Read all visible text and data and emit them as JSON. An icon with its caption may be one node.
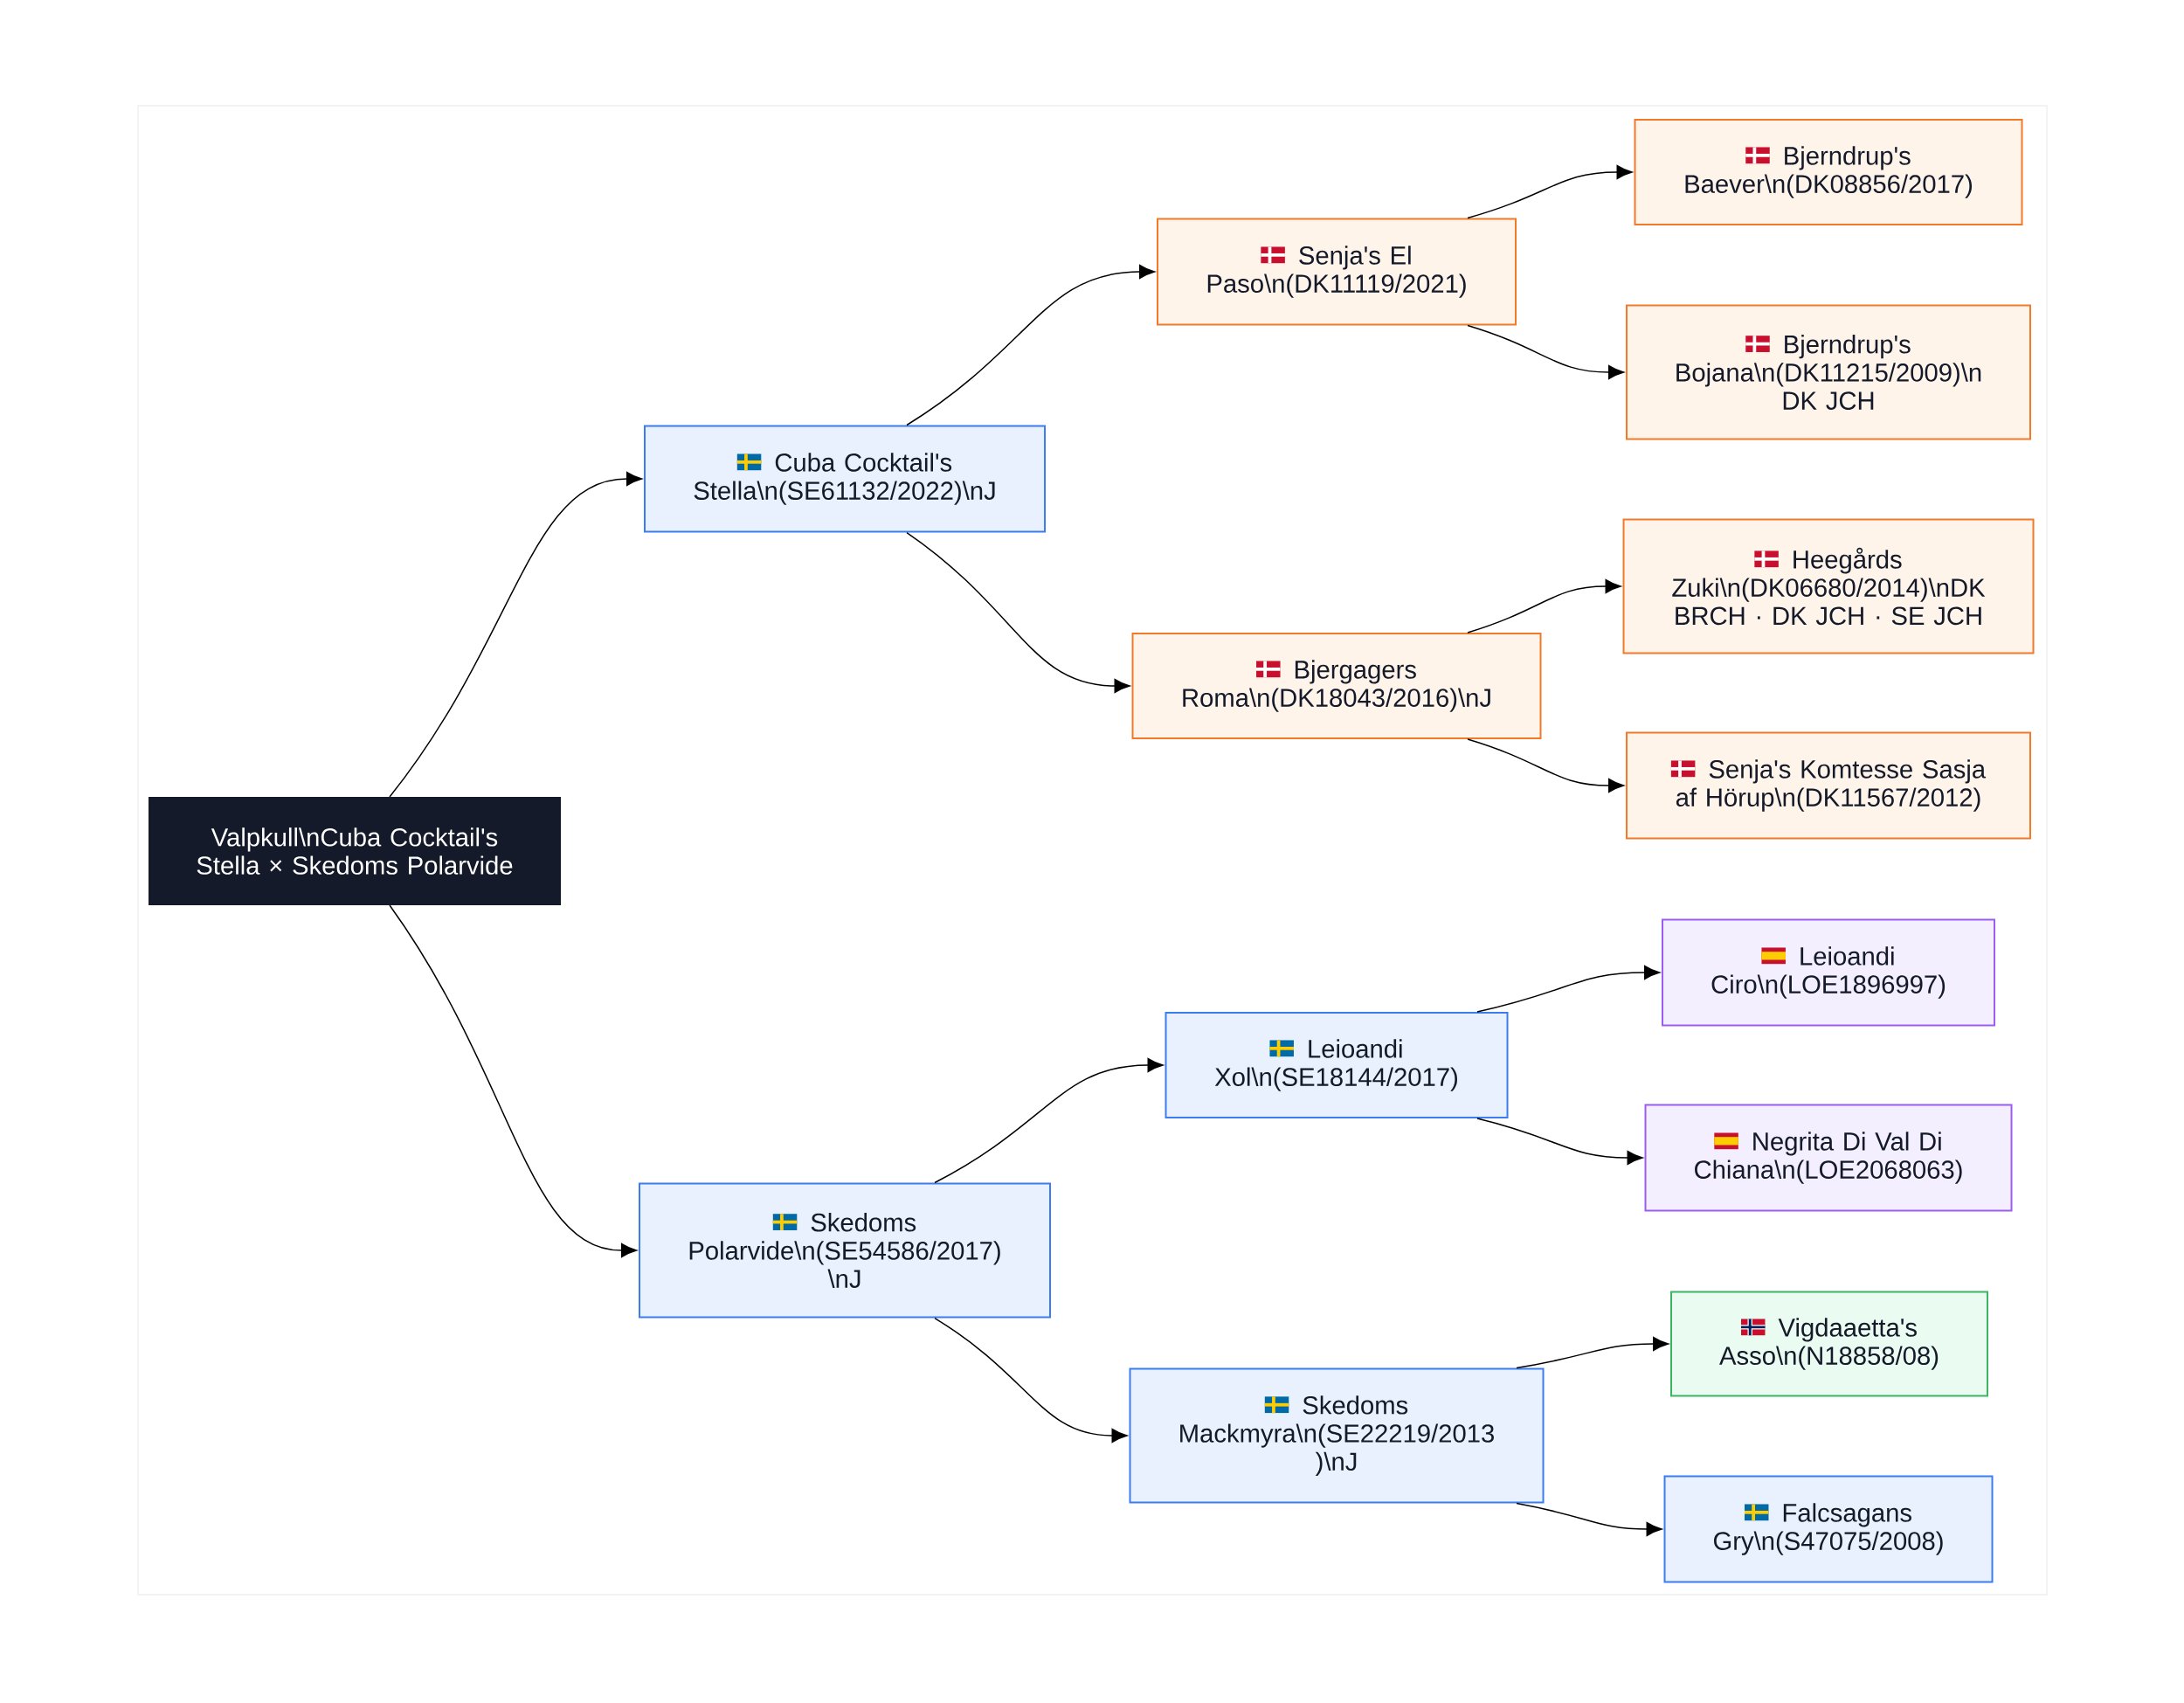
{
  "diagram": {
    "nodes": [
      {
        "text": [
          "Valpkull\\nCuba Cocktail's Stella × Skedoms Polarvide"
        ]
      },
      {
        "text": [
          "Cuba Cocktail's Stella\\n(SE61132/2022)\\nJ"
        ]
      },
      {
        "text": [
          "Senja's El Paso\\n(DK11119/2021)"
        ]
      },
      {
        "text": [
          "Bjerndrup's Baever\\n(DK08856/2017)"
        ]
      },
      {
        "text": [
          "Bjerndrup's Bojana\\n(DK11215/2009)\\n DK JCH"
        ]
      },
      {
        "text": [
          "Bjergagers Roma\\n(DK18043/2016)\\nJ"
        ]
      },
      {
        "text": [
          "Heegårds Zuki\\n(DK06680/2014)\\nDK BRCH · DK JCH · SE JCH"
        ]
      },
      {
        "text": [
          "Senja's Komtesse Sasja af Hörup\\n(DK11567/2012)"
        ]
      },
      {
        "text": [
          "Skedoms Polarvide\\n(SE54586/2017) \\nJ"
        ]
      },
      {
        "text": [
          "Leioandi Xol\\n(SE18144/2017)"
        ]
      },
      {
        "text": [
          "Leioandi Ciro\\n(LOE1896997)"
        ]
      },
      {
        "text": [
          "Negrita Di Val Di Chiana\\n(LOE2068063)"
        ]
      },
      {
        "text": [
          "Skedoms Mackmyra\\n(SE22219/2013 )\\nJ"
        ]
      },
      {
        "text": [
          "Vigdaaetta's Asso\\n(N18858/08)"
        ]
      },
      {
        "text": [
          "Falcsagans Gry\\n(S47075/2008)"
        ]
      }
    ],
    "edges": [
      {
        "from": 0,
        "to": 1,
        "arrow": "to"
      },
      {
        "from": 0,
        "to": 8,
        "arrow": "to"
      },
      {
        "from": 1,
        "to": 2,
        "arrow": "to"
      },
      {
        "from": 1,
        "to": 5,
        "arrow": "to"
      },
      {
        "from": 2,
        "to": 3,
        "arrow": "to"
      },
      {
        "from": 2,
        "to": 4,
        "arrow": "to"
      },
      {
        "from": 5,
        "to": 6,
        "arrow": "to"
      },
      {
        "from": 5,
        "to": 7,
        "arrow": "to"
      },
      {
        "from": 8,
        "to": 9,
        "arrow": "to"
      },
      {
        "from": 8,
        "to": 12,
        "arrow": "to"
      },
      {
        "from": 9,
        "to": 10,
        "arrow": "to"
      },
      {
        "from": 9,
        "to": 11,
        "arrow": "to"
      },
      {
        "from": 12,
        "to": 13,
        "arrow": "to"
      },
      {
        "from": 12,
        "to": 14,
        "arrow": "to"
      }
    ]
  }
}
